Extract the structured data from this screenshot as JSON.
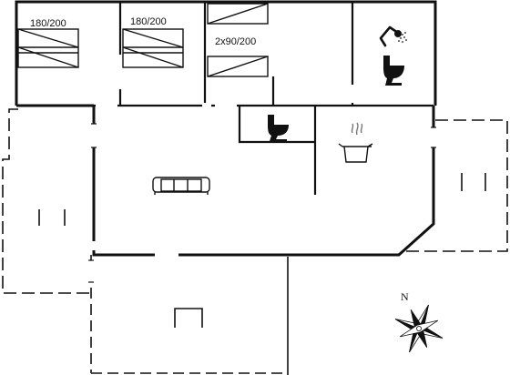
{
  "rooms": {
    "bedroom_1": {
      "bed_label": "180/200"
    },
    "bedroom_2": {
      "bed_label": "180/200"
    },
    "bedroom_3": {
      "bed_label": "2x90/200"
    }
  },
  "compass": {
    "north_label": "N"
  },
  "colors": {
    "line": "#111111",
    "background": "#ffffff"
  },
  "icons": [
    "bed-icon",
    "shower-icon",
    "toilet-icon",
    "cooking-pot-icon",
    "sofa-icon",
    "table-icon",
    "compass-rose-icon"
  ]
}
